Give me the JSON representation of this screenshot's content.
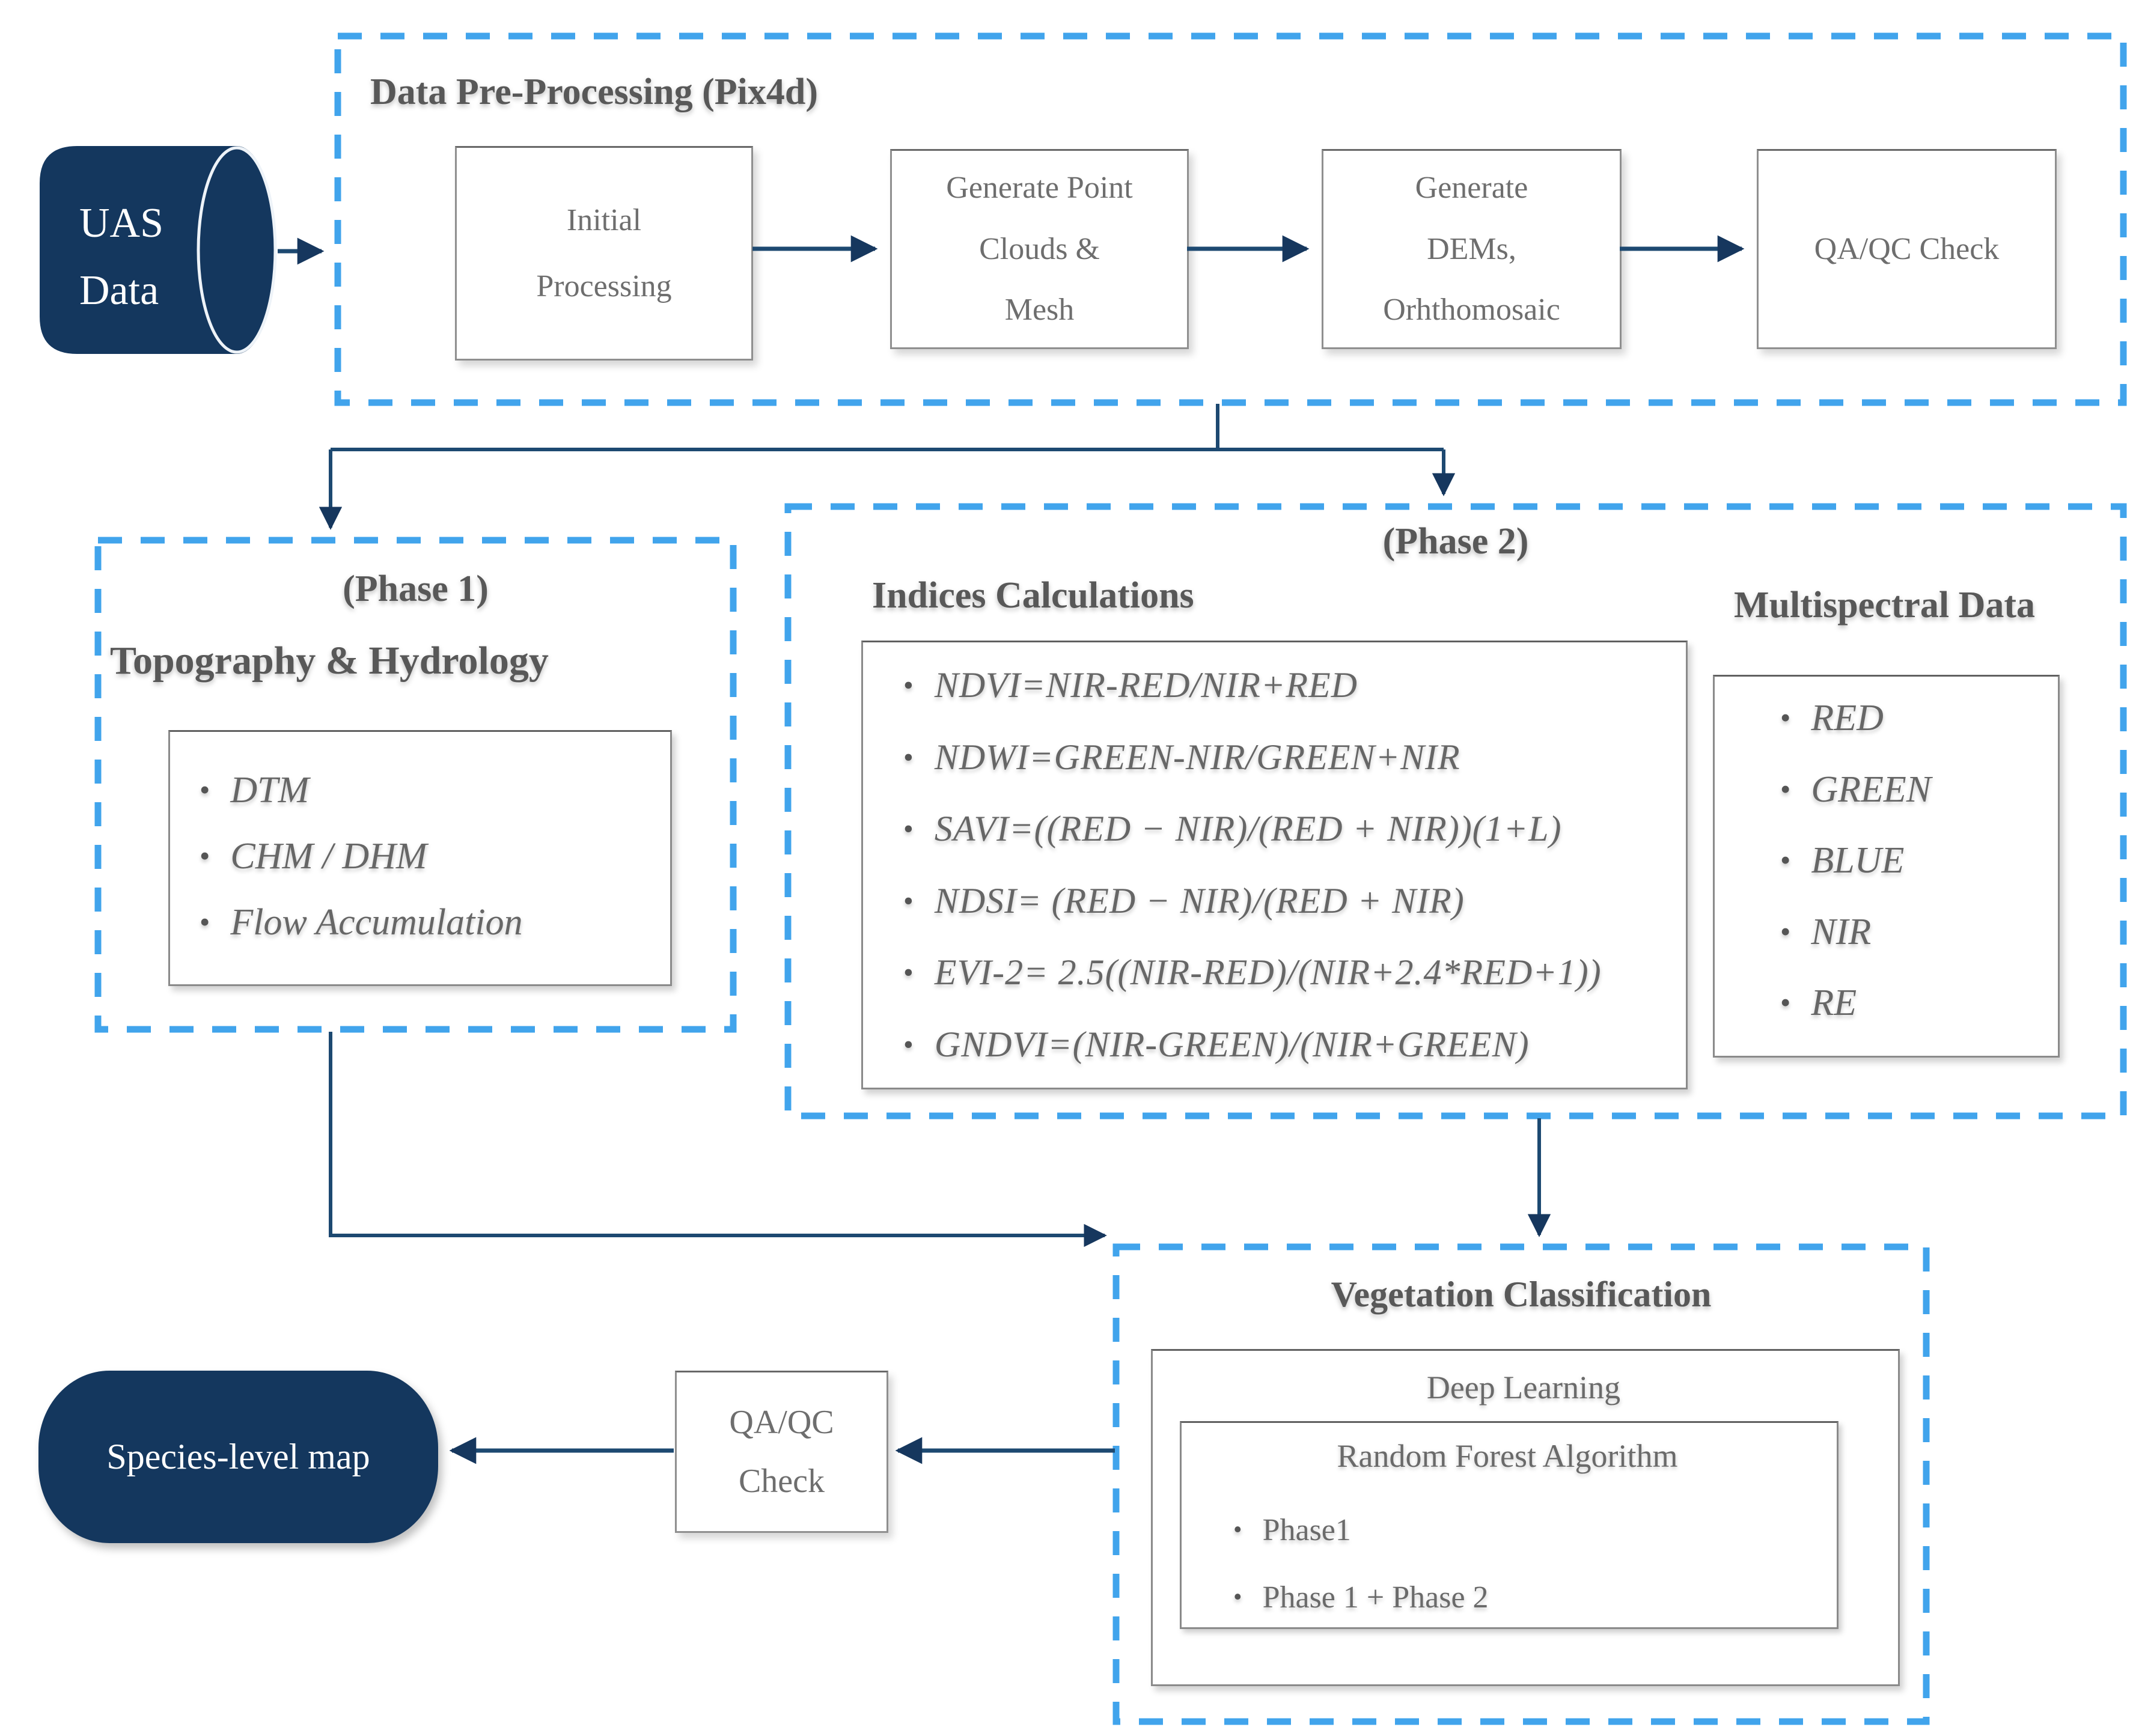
{
  "diagram": {
    "uas": {
      "label": "UAS\nData"
    },
    "preprocessing": {
      "title": "Data Pre-Processing (Pix4d)",
      "steps": [
        "Initial\nProcessing",
        "Generate Point\nClouds &\nMesh",
        "Generate\nDEMs,\nOrhthomosaic",
        "QA/QC Check"
      ]
    },
    "phase1": {
      "tag": "(Phase 1)",
      "title": "Topography & Hydrology",
      "items": [
        "DTM",
        "CHM /  DHM",
        "Flow Accumulation"
      ]
    },
    "phase2": {
      "tag": "(Phase 2)",
      "indices_title": "Indices Calculations",
      "formulas": [
        "NDVI=NIR-RED/NIR+RED",
        "NDWI=GREEN-NIR/GREEN+NIR",
        "SAVI=((RED − NIR)/(RED + NIR))(1+L)",
        "NDSI= (RED − NIR)/(RED + NIR)",
        "EVI-2= 2.5((NIR-RED)/(NIR+2.4*RED+1))",
        "GNDVI=(NIR-GREEN)/(NIR+GREEN)"
      ],
      "multispectral_title": "Multispectral Data",
      "bands": [
        "RED",
        "GREEN",
        "BLUE",
        "NIR",
        "RE"
      ]
    },
    "classification": {
      "title": "Vegetation Classification",
      "outer_label": "Deep Learning",
      "inner_label": "Random Forest Algorithm",
      "items": [
        "Phase1",
        "Phase 1 + Phase 2"
      ]
    },
    "qaqc": {
      "label": "QA/QC\nCheck"
    },
    "output": {
      "label": "Species-level map"
    },
    "colors": {
      "navy": "#14375E",
      "connector_blue": "#1D4971",
      "dashed_blue": "#41A4EC",
      "heading_gray": "#585858"
    }
  }
}
